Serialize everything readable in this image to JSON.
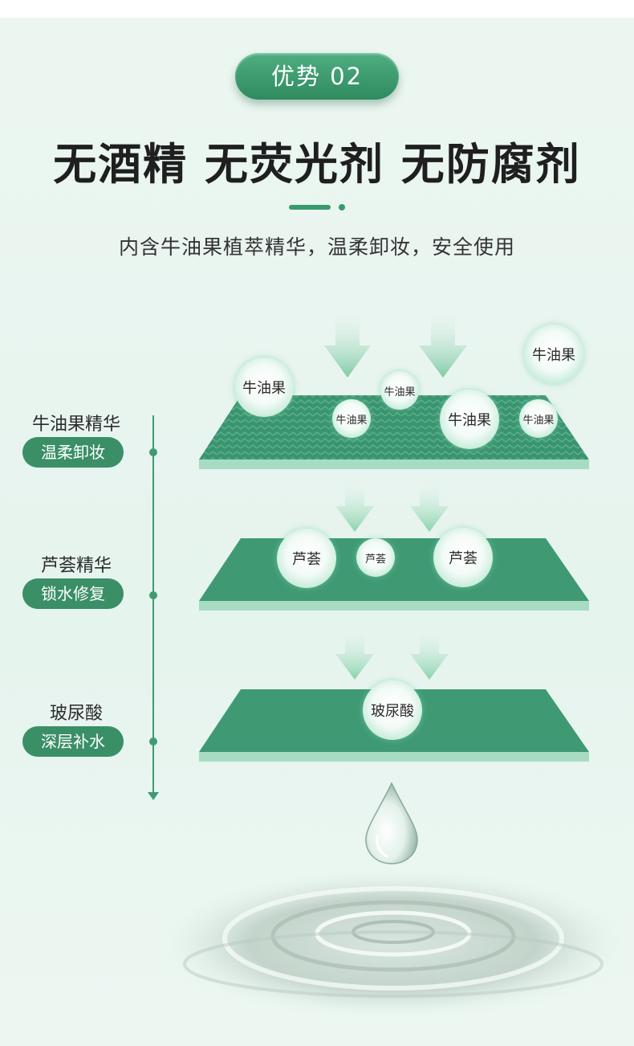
{
  "badge": {
    "label": "优势 02"
  },
  "headline": "无酒精 无荧光剂 无防腐剂",
  "subtitle": "内含牛油果植萃精华，温柔卸妆，安全使用",
  "layers": [
    {
      "title": "牛油果精华",
      "tag": "温柔卸妆",
      "bubbles": [
        "牛油果",
        "牛油果",
        "牛油果",
        "牛油果",
        "牛油果",
        "牛油果"
      ]
    },
    {
      "title": "芦荟精华",
      "tag": "锁水修复",
      "bubbles": [
        "芦荟",
        "芦荟",
        "芦荟"
      ]
    },
    {
      "title": "玻尿酸",
      "tag": "深层补水",
      "bubbles": [
        "玻尿酸"
      ]
    }
  ],
  "colors": {
    "accent": "#3a8f67",
    "layer_top": "#3f9a74",
    "layer_edge": "#9fd7bd",
    "background": "#e8f5ef"
  },
  "icons": [
    "down-arrow-icon",
    "water-drop-icon",
    "water-ripple-icon"
  ]
}
